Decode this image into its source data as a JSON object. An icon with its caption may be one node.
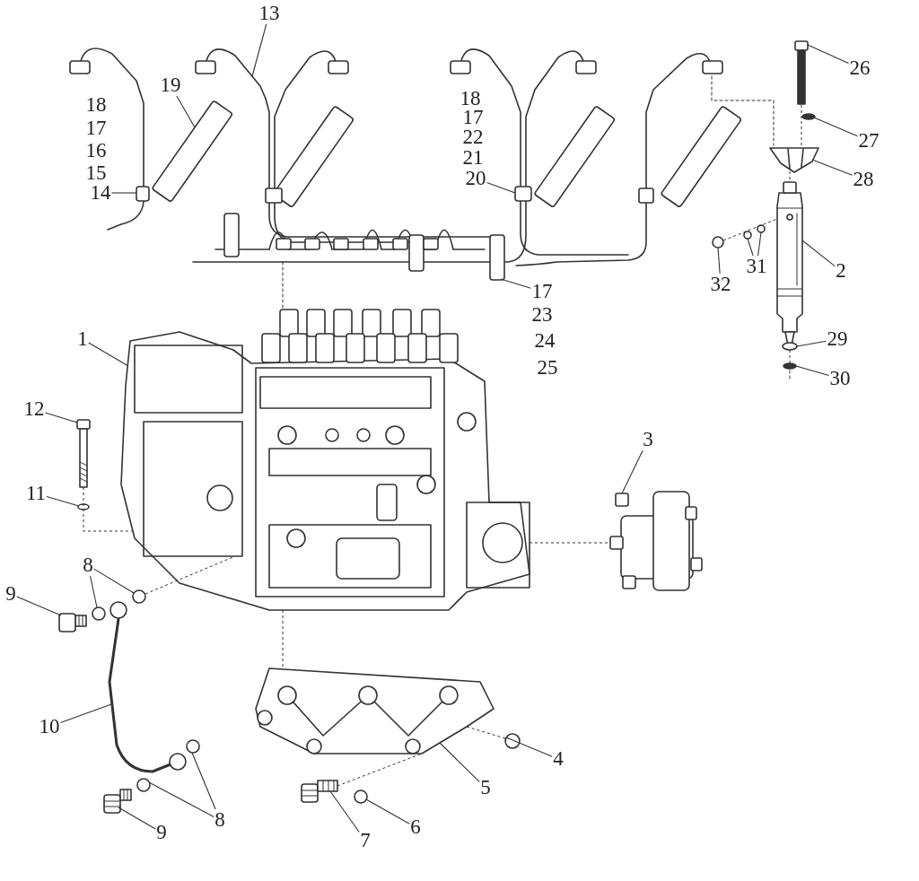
{
  "diagram": {
    "nodes": [
      {
        "text": [
          "13"
        ]
      },
      {
        "text": [
          "26"
        ]
      },
      {
        "text": [
          "19"
        ]
      },
      {
        "text": [
          "27"
        ]
      },
      {
        "text": [
          "28"
        ]
      },
      {
        "text": [
          "14"
        ]
      },
      {
        "text": [
          "20"
        ]
      },
      {
        "text": [
          "2"
        ]
      },
      {
        "text": [
          "31"
        ]
      },
      {
        "text": [
          "32"
        ]
      },
      {
        "text": [
          "17"
        ]
      },
      {
        "text": [
          "1"
        ]
      },
      {
        "text": [
          "29"
        ]
      },
      {
        "text": [
          "30"
        ]
      },
      {
        "text": [
          "12"
        ]
      },
      {
        "text": [
          "3"
        ]
      },
      {
        "text": [
          "11"
        ]
      },
      {
        "text": [
          "8"
        ]
      },
      {
        "text": [
          "9"
        ]
      },
      {
        "text": [
          "10"
        ]
      },
      {
        "text": [
          "4"
        ]
      },
      {
        "text": [
          "5"
        ]
      },
      {
        "text": [
          "8"
        ]
      },
      {
        "text": [
          "9"
        ]
      },
      {
        "text": [
          "6"
        ]
      },
      {
        "text": [
          "7"
        ]
      },
      {
        "text": [],
        "shape": "picture"
      },
      {
        "text": [],
        "shape": "picture"
      },
      {
        "text": [],
        "shape": "box"
      },
      {
        "text": [],
        "shape": "circle"
      },
      {
        "text": [],
        "shape": "picture"
      },
      {
        "text": [],
        "shape": "box"
      },
      {
        "text": [],
        "shape": "box"
      },
      {
        "text": [],
        "shape": "picture"
      },
      {
        "text": [],
        "shape": "circle"
      },
      {
        "text": [],
        "shape": "circle"
      },
      {
        "text": [],
        "shape": "circle"
      },
      {
        "text": [],
        "shape": "box"
      },
      {
        "text": [],
        "shape": "picture"
      },
      {
        "text": [],
        "shape": "circle"
      },
      {
        "text": [],
        "shape": "circle"
      },
      {
        "text": [],
        "shape": "picture"
      },
      {
        "text": [],
        "shape": "picture"
      },
      {
        "text": [],
        "shape": "circle"
      },
      {
        "text": [],
        "shape": "circle"
      },
      {
        "text": [],
        "shape": "circle"
      },
      {
        "text": [],
        "shape": "box"
      },
      {
        "text": [],
        "shape": "picture"
      },
      {
        "text": [],
        "shape": "circle"
      },
      {
        "text": [],
        "shape": "picture"
      },
      {
        "text": [],
        "shape": "circle"
      },
      {
        "text": [],
        "shape": "circle"
      },
      {
        "text": [],
        "shape": "picture"
      },
      {
        "text": [],
        "shape": "circle"
      },
      {
        "text": [],
        "shape": "picture"
      }
    ],
    "edges": [
      {
        "from": 0,
        "to": 26,
        "arrow": "none"
      },
      {
        "from": 1,
        "to": 27,
        "arrow": "none"
      },
      {
        "from": 2,
        "to": 28,
        "arrow": "none"
      },
      {
        "from": 3,
        "to": 29,
        "arrow": "none"
      },
      {
        "from": 4,
        "to": 30,
        "arrow": "none"
      },
      {
        "from": 5,
        "to": 31,
        "arrow": "none"
      },
      {
        "from": 6,
        "to": 32,
        "arrow": "none"
      },
      {
        "from": 7,
        "to": 33,
        "arrow": "none"
      },
      {
        "from": 8,
        "to": 34,
        "arrow": "none"
      },
      {
        "from": 8,
        "to": 35,
        "arrow": "none"
      },
      {
        "from": 9,
        "to": 36,
        "arrow": "none"
      },
      {
        "from": 10,
        "to": 37,
        "arrow": "none"
      },
      {
        "from": 11,
        "to": 38,
        "arrow": "none"
      },
      {
        "from": 12,
        "to": 39,
        "arrow": "none"
      },
      {
        "from": 13,
        "to": 40,
        "arrow": "none"
      },
      {
        "from": 14,
        "to": 41,
        "arrow": "none"
      },
      {
        "from": 15,
        "to": 42,
        "arrow": "none"
      },
      {
        "from": 16,
        "to": 43,
        "arrow": "none"
      },
      {
        "from": 17,
        "to": 44,
        "arrow": "none"
      },
      {
        "from": 17,
        "to": 45,
        "arrow": "none"
      },
      {
        "from": 18,
        "to": 46,
        "arrow": "none"
      },
      {
        "from": 19,
        "to": 47,
        "arrow": "none"
      },
      {
        "from": 20,
        "to": 48,
        "arrow": "none"
      },
      {
        "from": 21,
        "to": 49,
        "arrow": "none"
      },
      {
        "from": 22,
        "to": 50,
        "arrow": "none"
      },
      {
        "from": 22,
        "to": 51,
        "arrow": "none"
      },
      {
        "from": 23,
        "to": 52,
        "arrow": "none"
      },
      {
        "from": 24,
        "to": 53,
        "arrow": "none"
      },
      {
        "from": 25,
        "to": 54,
        "arrow": "none"
      },
      {
        "from": 27,
        "to": 30,
        "arrow": "none",
        "style": "dashed"
      },
      {
        "from": 30,
        "to": 33,
        "arrow": "none",
        "style": "dashed"
      },
      {
        "from": 36,
        "to": 33,
        "arrow": "none",
        "style": "dashed"
      },
      {
        "from": 41,
        "to": 38,
        "arrow": "none",
        "style": "dashed"
      },
      {
        "from": 45,
        "to": 38,
        "arrow": "none",
        "style": "dashed"
      },
      {
        "from": 38,
        "to": 42,
        "arrow": "none",
        "style": "dashed"
      },
      {
        "from": 38,
        "to": 49,
        "arrow": "none",
        "style": "dashed"
      },
      {
        "from": 54,
        "to": 49,
        "arrow": "none",
        "style": "dashed"
      },
      {
        "from": 49,
        "to": 48,
        "arrow": "none",
        "style": "dashed"
      },
      {
        "from": 39,
        "to": 40,
        "arrow": "none",
        "style": "dashed"
      }
    ],
    "labels": [
      "18",
      "17",
      "16",
      "15",
      "18",
      "17",
      "22",
      "21",
      "23",
      "24",
      "25"
    ]
  }
}
